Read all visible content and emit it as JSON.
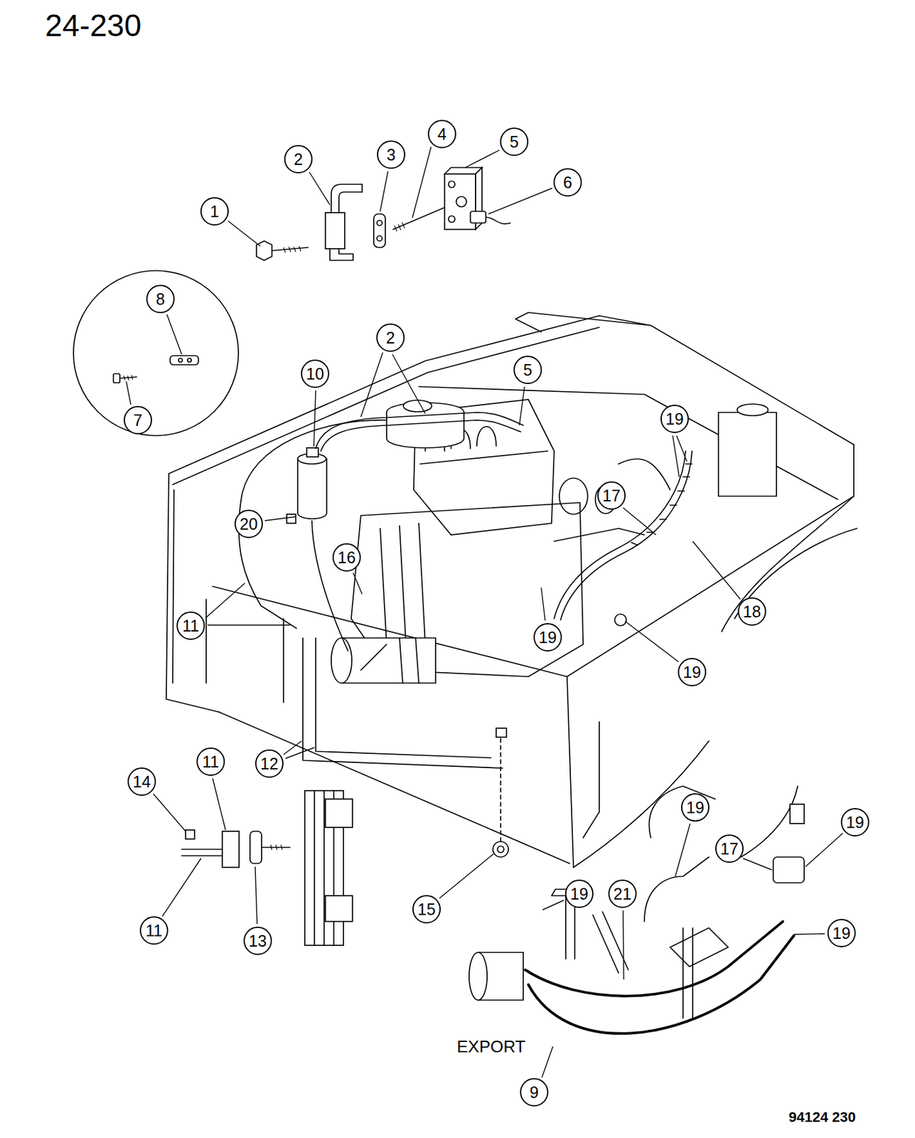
{
  "diagram": {
    "nodes": [
      {
        "text": [
          "1"
        ]
      },
      {
        "text": [
          "2"
        ]
      },
      {
        "text": [
          "3"
        ]
      },
      {
        "text": [
          "4"
        ]
      },
      {
        "text": [
          "5"
        ]
      },
      {
        "text": [
          "6"
        ]
      },
      {
        "text": [
          "8"
        ]
      },
      {
        "text": [
          "7"
        ]
      },
      {
        "text": [
          "2"
        ]
      },
      {
        "text": [
          "10"
        ]
      },
      {
        "text": [
          "5"
        ]
      },
      {
        "text": [
          "19"
        ]
      },
      {
        "text": [
          "17"
        ]
      },
      {
        "text": [
          "20"
        ]
      },
      {
        "text": [
          "16"
        ]
      },
      {
        "text": [
          "18"
        ]
      },
      {
        "text": [
          "11"
        ]
      },
      {
        "text": [
          "19"
        ]
      },
      {
        "text": [
          "19"
        ]
      },
      {
        "text": [
          "12"
        ]
      },
      {
        "text": [
          "11"
        ]
      },
      {
        "text": [
          "14"
        ]
      },
      {
        "text": [
          "19"
        ]
      },
      {
        "text": [
          "19"
        ]
      },
      {
        "text": [
          "17"
        ]
      },
      {
        "text": [
          "19"
        ]
      },
      {
        "text": [
          "21"
        ]
      },
      {
        "text": [
          "15"
        ]
      },
      {
        "text": [
          "11"
        ]
      },
      {
        "text": [
          "13"
        ]
      },
      {
        "text": [
          "19"
        ]
      },
      {
        "text": [
          "9"
        ]
      }
    ],
    "labels": [
      "24-230",
      "EXPORT",
      "94124 230"
    ]
  }
}
